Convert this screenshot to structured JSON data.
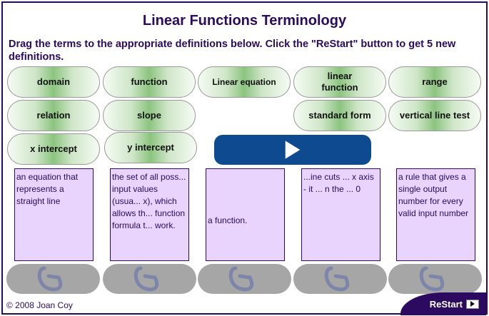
{
  "title": "Linear Functions Terminology",
  "instructions": "Drag the terms to the appropriate definitions below. Click the \"ReStart\" button to get 5 new definitions.",
  "terms": [
    "domain",
    "function",
    "Linear equation",
    "linear function",
    "range",
    "relation",
    "slope",
    "standard form",
    "vertical line test",
    "x intercept",
    "y intercept"
  ],
  "definitions": [
    "an equation that represents a straight line",
    "the set of all poss... input values (usua... x), which allows th... function formula t... work.",
    "a function.",
    "...ine cuts ... x axis - it ... n the ... 0",
    "a rule that gives a single output number for every valid input number"
  ],
  "footer": "© 2008 Joan Coy",
  "restart_label": "ReStart",
  "colors": {
    "accent": "#2b0a5f",
    "definition_bg": "#e8d4fd",
    "play_button": "#0e4a90"
  }
}
